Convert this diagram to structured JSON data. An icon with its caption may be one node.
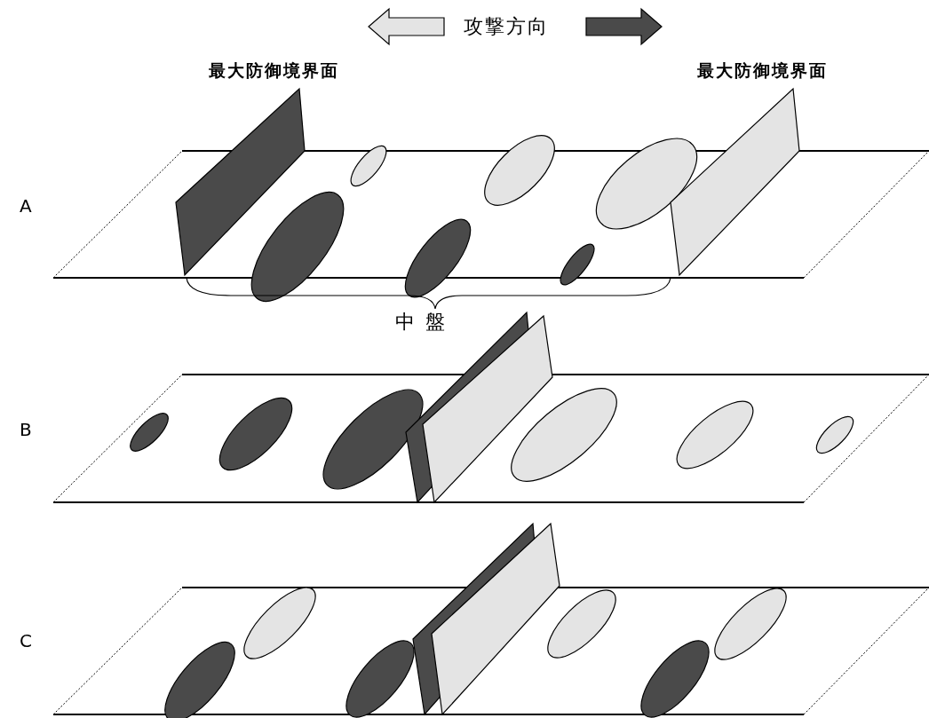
{
  "diagram": {
    "labels": [
      "攻撃方向",
      "最大防御境界面",
      "最大防御境界面",
      "A",
      "中盤",
      "B",
      "C"
    ]
  }
}
